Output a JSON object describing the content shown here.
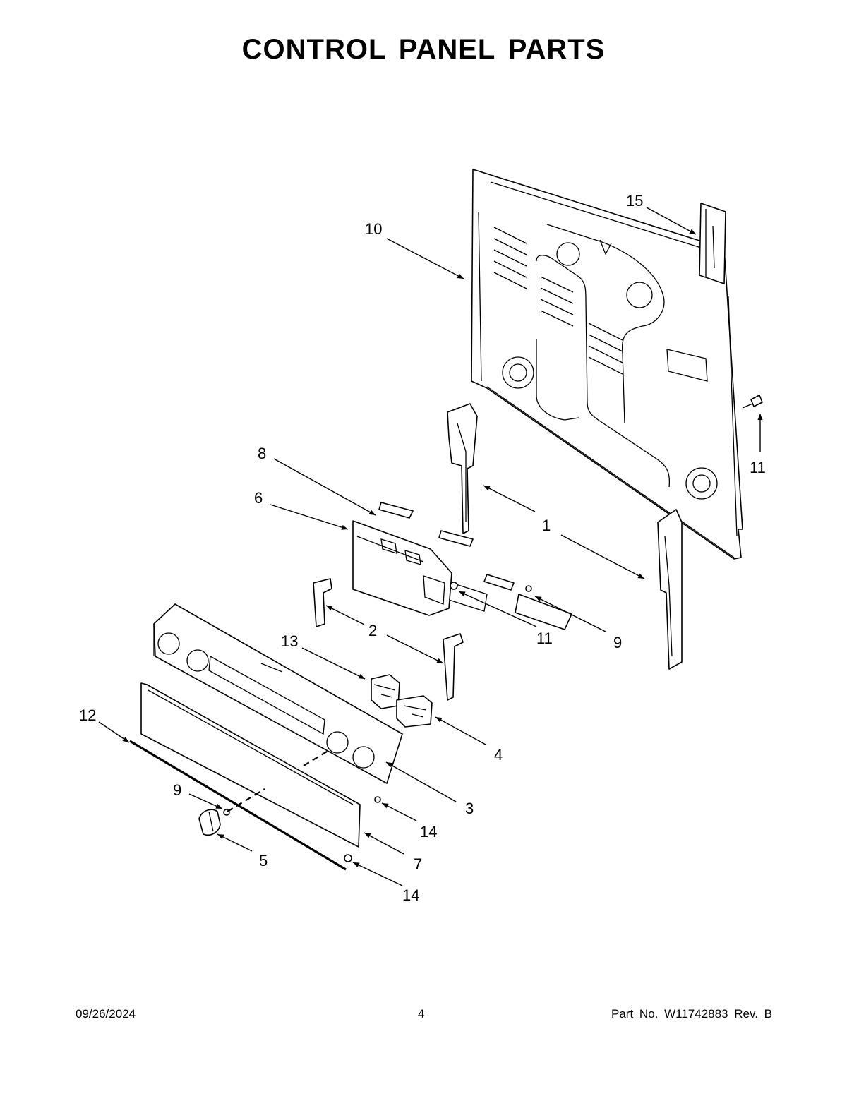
{
  "title": "CONTROL PANEL PARTS",
  "footer": {
    "date": "09/26/2024",
    "page": "4",
    "part_number": "Part No.  W11742883  Rev.  B"
  },
  "callouts": [
    {
      "id": "c1",
      "label": "1"
    },
    {
      "id": "c2",
      "label": "2"
    },
    {
      "id": "c3",
      "label": "3"
    },
    {
      "id": "c4",
      "label": "4"
    },
    {
      "id": "c5",
      "label": "5"
    },
    {
      "id": "c6",
      "label": "6"
    },
    {
      "id": "c7",
      "label": "7"
    },
    {
      "id": "c8",
      "label": "8"
    },
    {
      "id": "c9a",
      "label": "9"
    },
    {
      "id": "c9b",
      "label": "9"
    },
    {
      "id": "c10",
      "label": "10"
    },
    {
      "id": "c11a",
      "label": "11"
    },
    {
      "id": "c11b",
      "label": "11"
    },
    {
      "id": "c12",
      "label": "12"
    },
    {
      "id": "c13",
      "label": "13"
    },
    {
      "id": "c14a",
      "label": "14"
    },
    {
      "id": "c14b",
      "label": "14"
    },
    {
      "id": "c15",
      "label": "15"
    }
  ]
}
